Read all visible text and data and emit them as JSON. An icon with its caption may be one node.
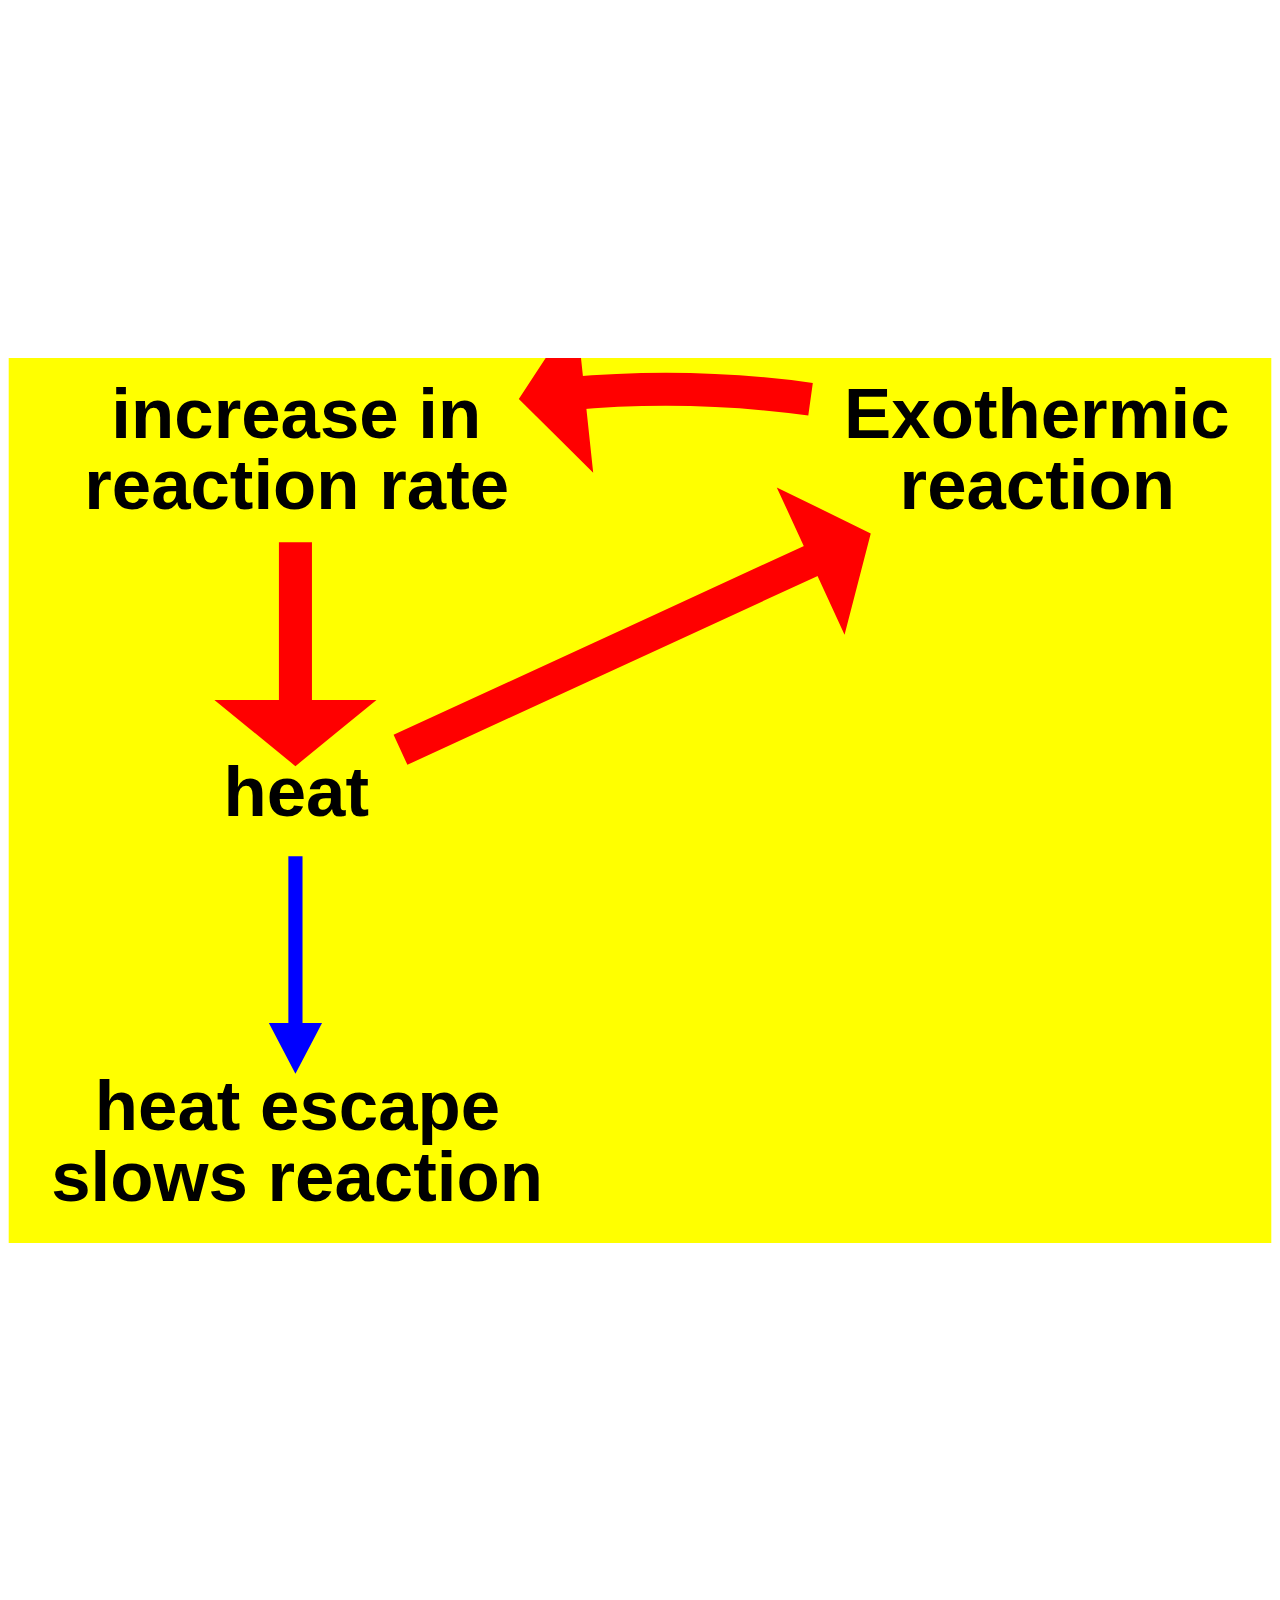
{
  "diagram": {
    "nodes": [
      {
        "text": [
          "increase in reaction rate"
        ]
      },
      {
        "text": [
          "Exothermic reaction"
        ]
      },
      {
        "text": [
          "heat"
        ]
      },
      {
        "text": [
          "heat escape slows reaction"
        ]
      }
    ],
    "edges": [
      {
        "from": 1,
        "to": 0,
        "arrow": "to"
      },
      {
        "from": 0,
        "to": 2,
        "arrow": "to"
      },
      {
        "from": 2,
        "to": 1,
        "arrow": "to"
      },
      {
        "from": 2,
        "to": 3,
        "arrow": "to",
        "color": "#0000ff"
      }
    ]
  }
}
